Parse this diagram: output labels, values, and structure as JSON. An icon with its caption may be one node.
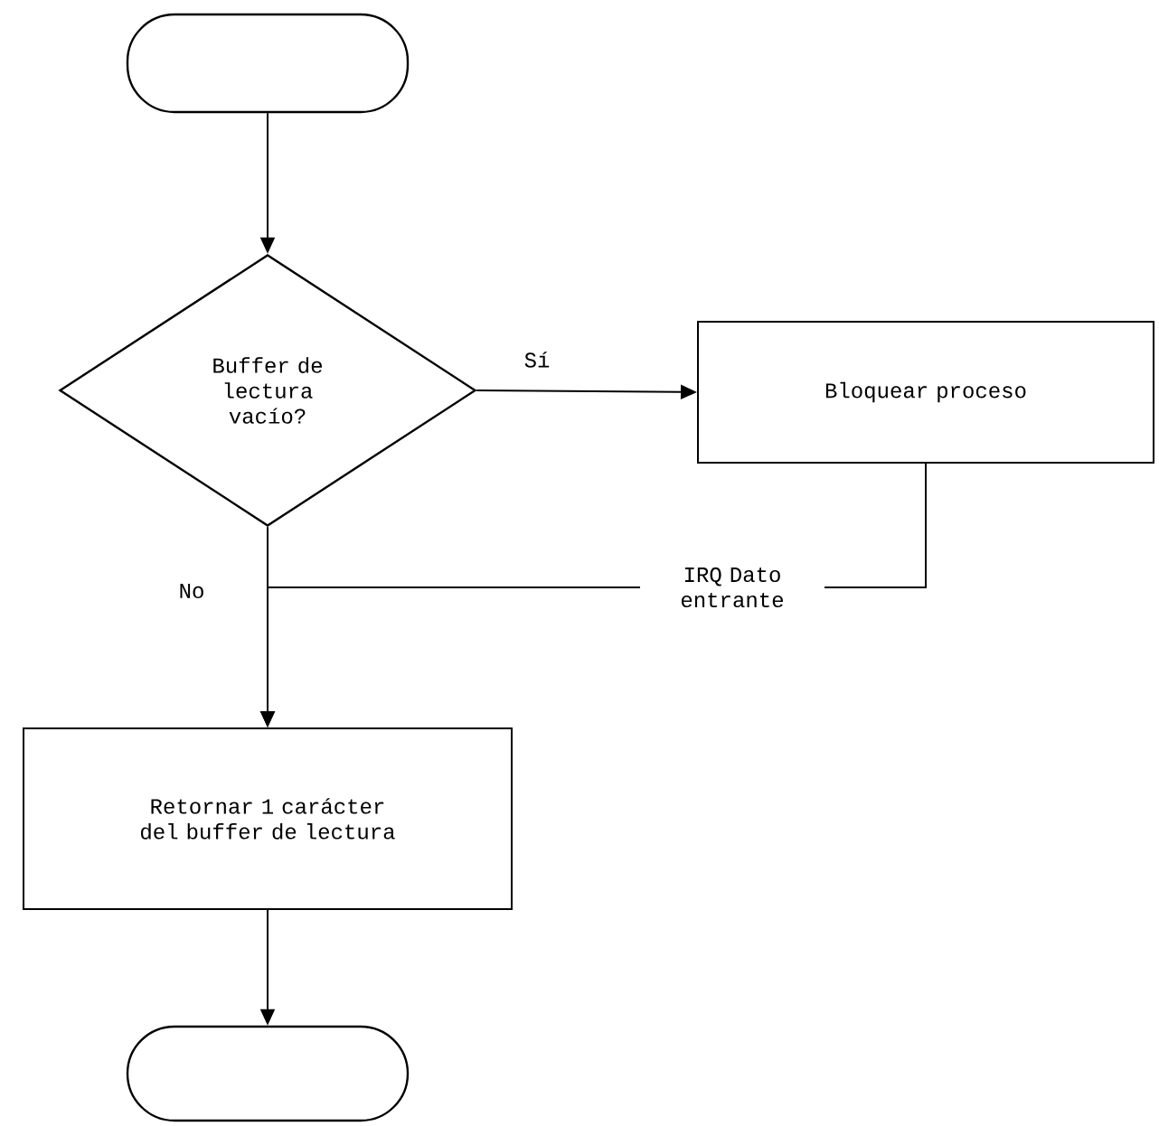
{
  "diagram": {
    "nodes": [
      {
        "text": [],
        "shape": "capsule"
      },
      {
        "text": [
          "Buffer de lectura vacío?"
        ]
      },
      {
        "text": [
          "Bloquear proceso"
        ]
      },
      {
        "text": [
          "Retornar 1 carácter del buffer de lectura"
        ]
      },
      {
        "text": [],
        "shape": "capsule"
      }
    ],
    "edges": [
      {
        "from": 0,
        "to": 1,
        "arrow": "to"
      },
      {
        "from": 1,
        "to": 2,
        "arrow": "to",
        "label": "Sí"
      },
      {
        "from": 1,
        "to": 3,
        "arrow": "to",
        "label": "No"
      },
      {
        "from": 2,
        "to": 3,
        "arrow": "to",
        "label": "IRQ Dato entrante"
      },
      {
        "from": 3,
        "to": 4,
        "arrow": "to"
      }
    ]
  }
}
